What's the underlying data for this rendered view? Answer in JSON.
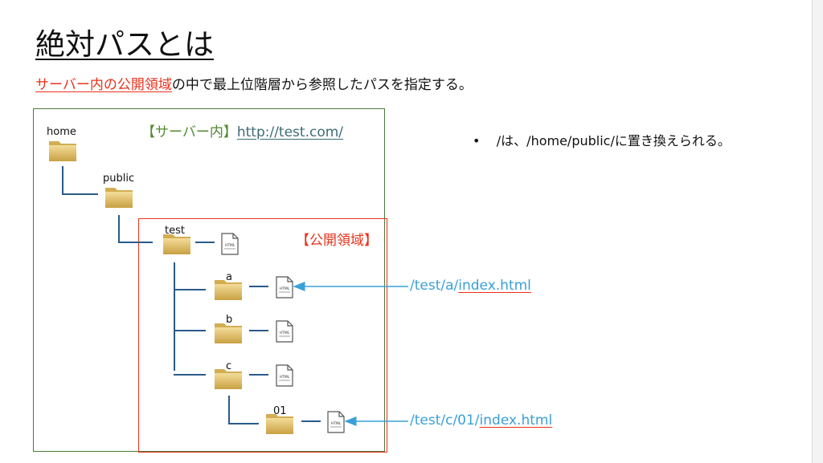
{
  "title": "絶対パスとは",
  "subtitle": {
    "highlight": "サーバー内の公開領域",
    "rest": "の中で最上位階層から参照したパスを指定する。"
  },
  "server": {
    "label": "【サーバー内】",
    "url": "http://test.com/"
  },
  "public_area": {
    "label": "【公開領域】"
  },
  "folders": {
    "home": "home",
    "public": "public",
    "test": "test",
    "a": "a",
    "b": "b",
    "c": "c",
    "01": "01"
  },
  "file_icon_text": "HTML",
  "bullet": {
    "marker": "•",
    "text": "/は、/home/public/に置き換えられる。"
  },
  "paths": {
    "a": {
      "prefix": "/test/a/",
      "file": "index.html"
    },
    "c01": {
      "prefix": "/test/c/01/",
      "file": "index.html"
    }
  },
  "colors": {
    "red": "#e8331c",
    "green": "#4a7a38",
    "blue": "#3aa0d8",
    "tree_line": "#2a5a8a",
    "folder": "#d9b65a"
  }
}
